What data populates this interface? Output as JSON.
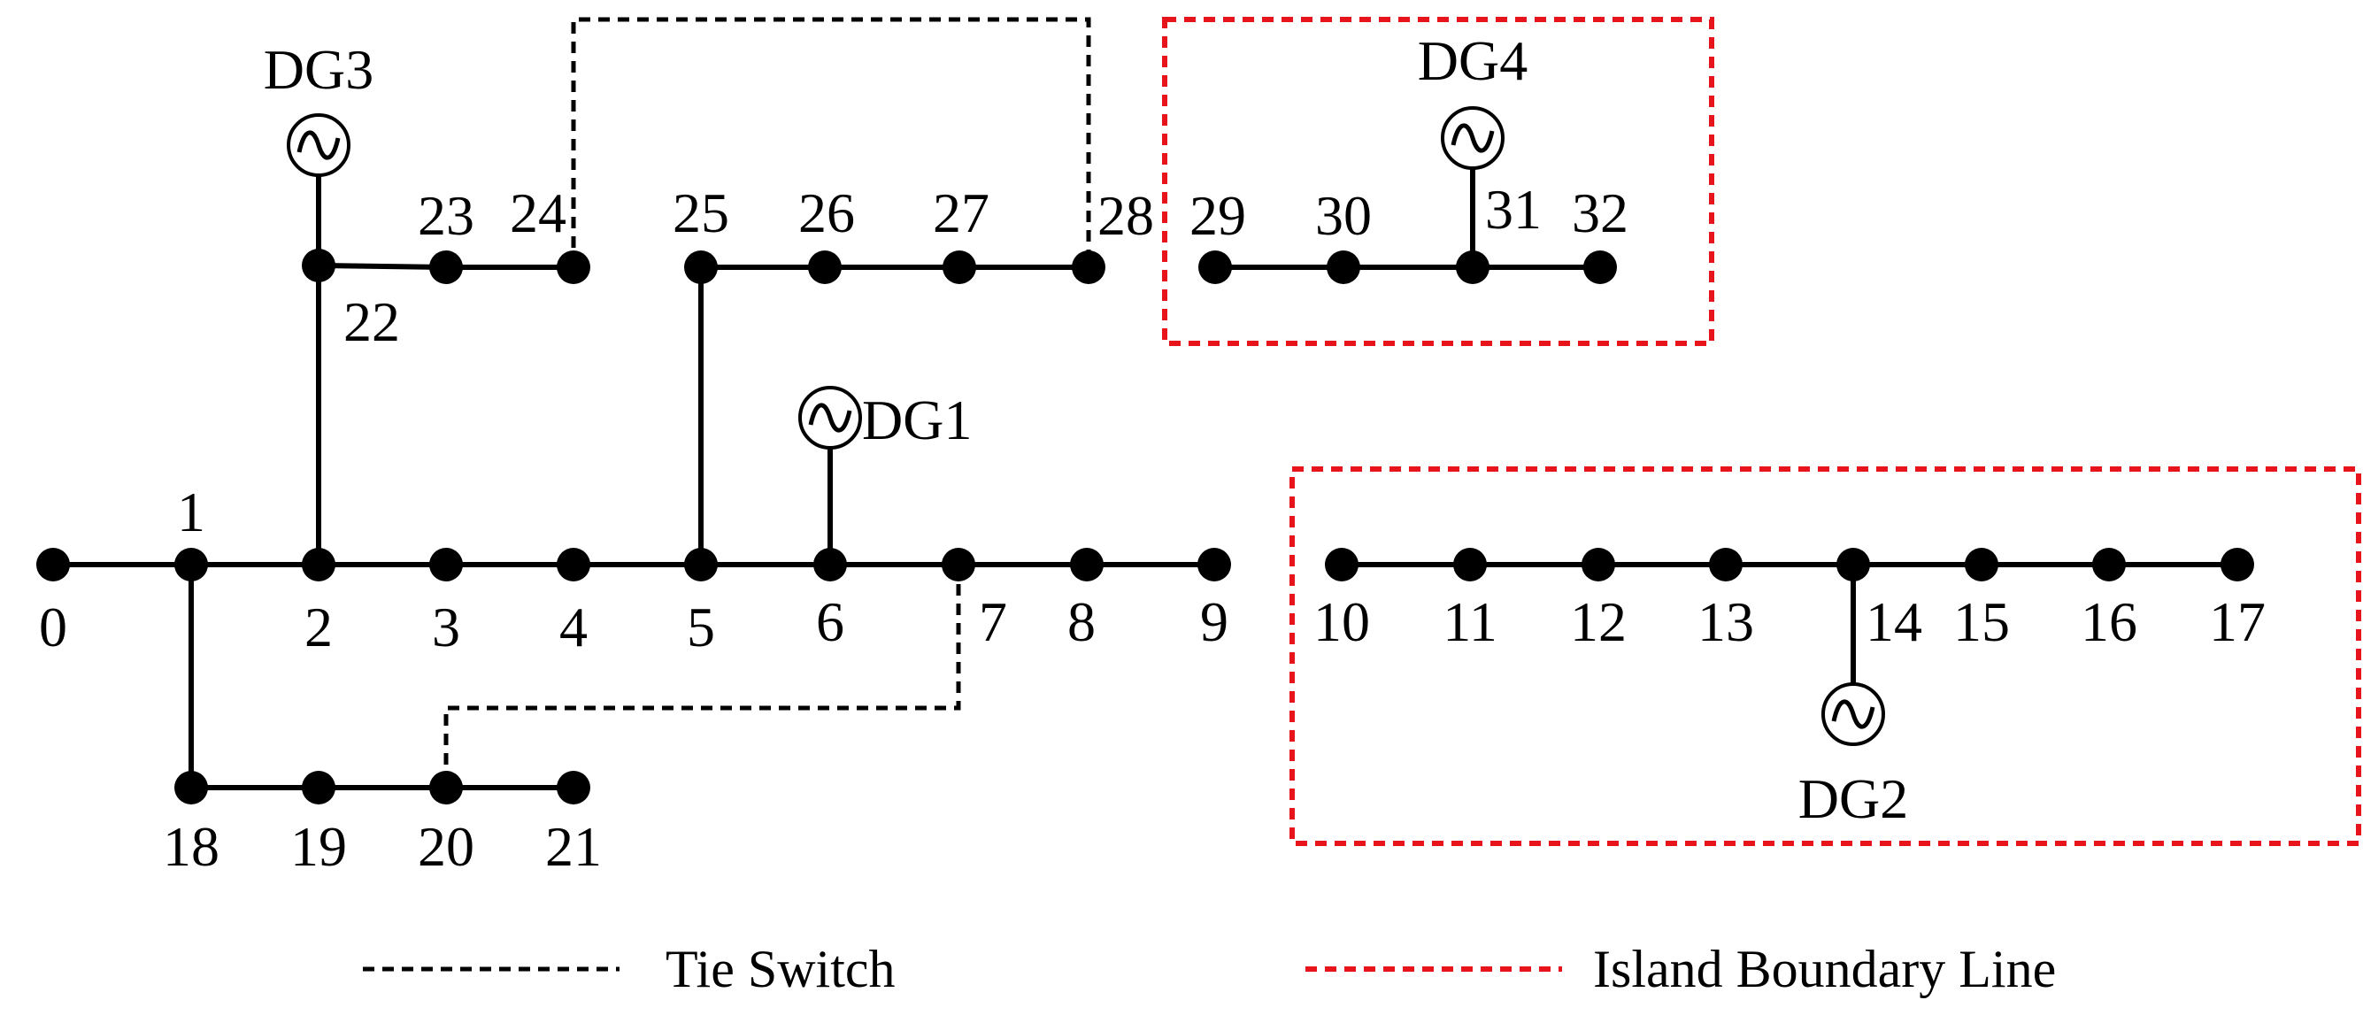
{
  "buses": {
    "b0": "0",
    "b1": "1",
    "b2": "2",
    "b3": "3",
    "b4": "4",
    "b5": "5",
    "b6": "6",
    "b7": "7",
    "b8": "8",
    "b9": "9",
    "b10": "10",
    "b11": "11",
    "b12": "12",
    "b13": "13",
    "b14": "14",
    "b15": "15",
    "b16": "16",
    "b17": "17",
    "b18": "18",
    "b19": "19",
    "b20": "20",
    "b21": "21",
    "b22": "22",
    "b23": "23",
    "b24": "24",
    "b25": "25",
    "b26": "26",
    "b27": "27",
    "b28": "28",
    "b29": "29",
    "b30": "30",
    "b31": "31",
    "b32": "32"
  },
  "generators": {
    "dg1": "DG1",
    "dg2": "DG2",
    "dg3": "DG3",
    "dg4": "DG4"
  },
  "legend": {
    "tie_switch": "Tie Switch",
    "island_boundary": "Island Boundary Line"
  },
  "colors": {
    "line": "#000000",
    "island_boundary": "#e8141b"
  }
}
